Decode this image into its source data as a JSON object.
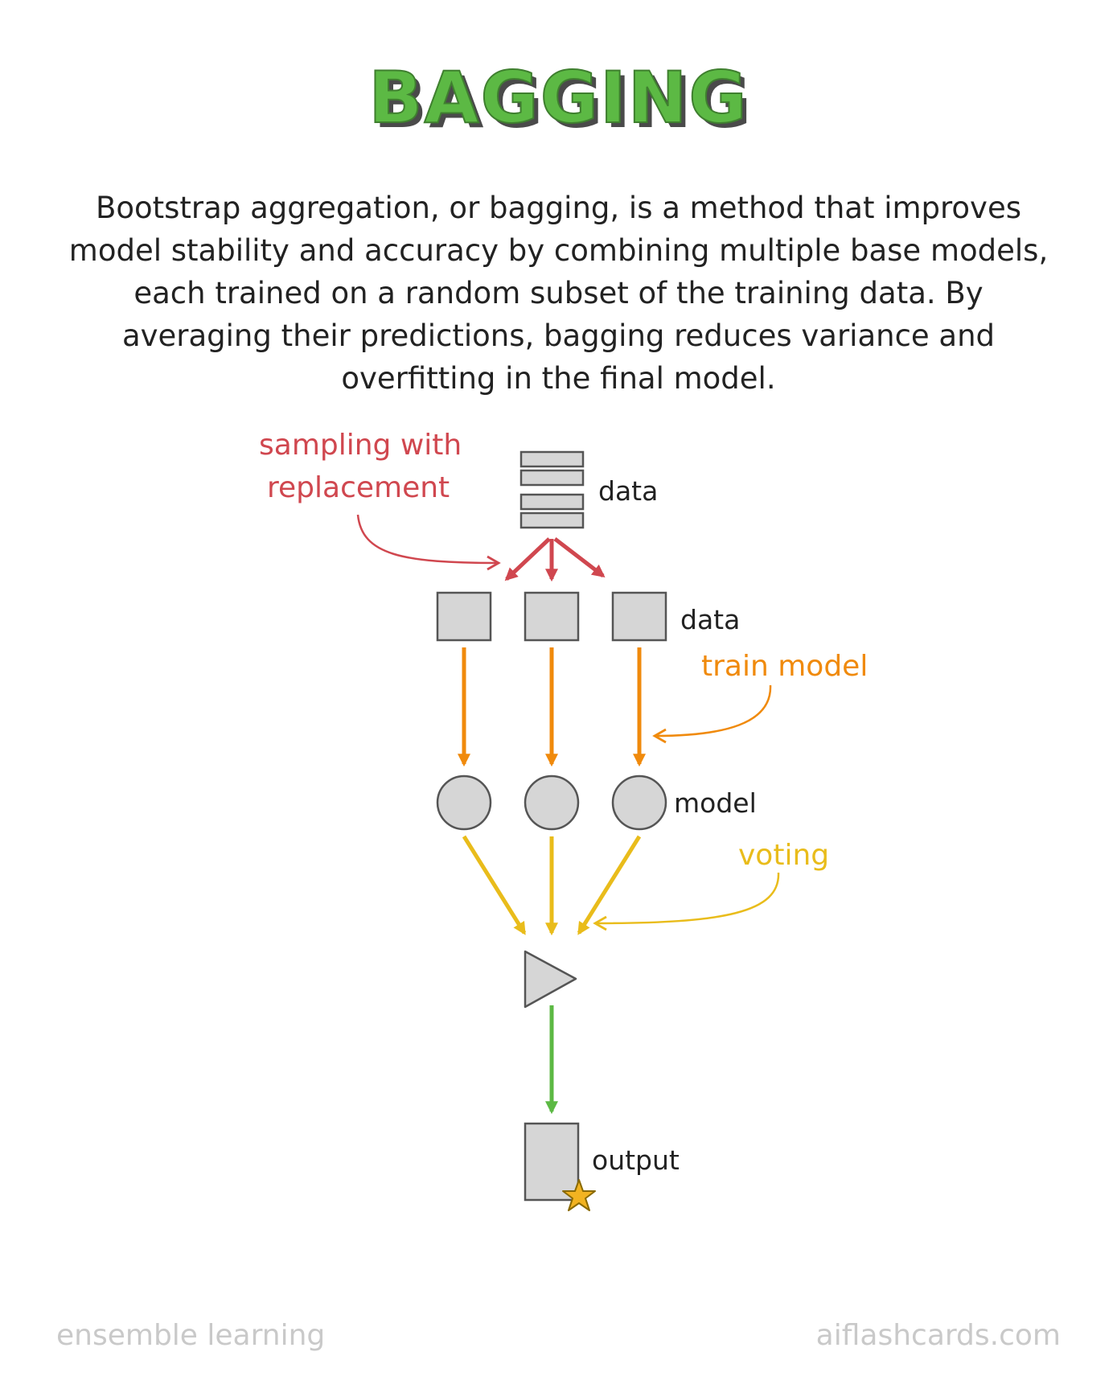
{
  "title": "BAGGING",
  "description": "Bootstrap aggregation, or bagging, is a method that improves model stability and accuracy by combining multiple base models, each trained on a random subset of the training data. By averaging their predictions, bagging reduces variance and overfitting in the final model.",
  "diagram": {
    "labels": {
      "data_top": "data",
      "data_subsets": "data",
      "model": "model",
      "output": "output"
    },
    "annotations": {
      "sampling_line1": "sampling with",
      "sampling_line2": "replacement",
      "train": "train model",
      "voting": "voting"
    },
    "colors": {
      "sampling": "#d0474f",
      "train": "#f08a0c",
      "voting": "#e9bc1b",
      "output": "#5cb944",
      "shape_fill": "#d6d6d6",
      "shape_stroke": "#555555",
      "star": "#f2b321"
    }
  },
  "footer": {
    "left": "ensemble learning",
    "right": "aiflashcards.com"
  }
}
